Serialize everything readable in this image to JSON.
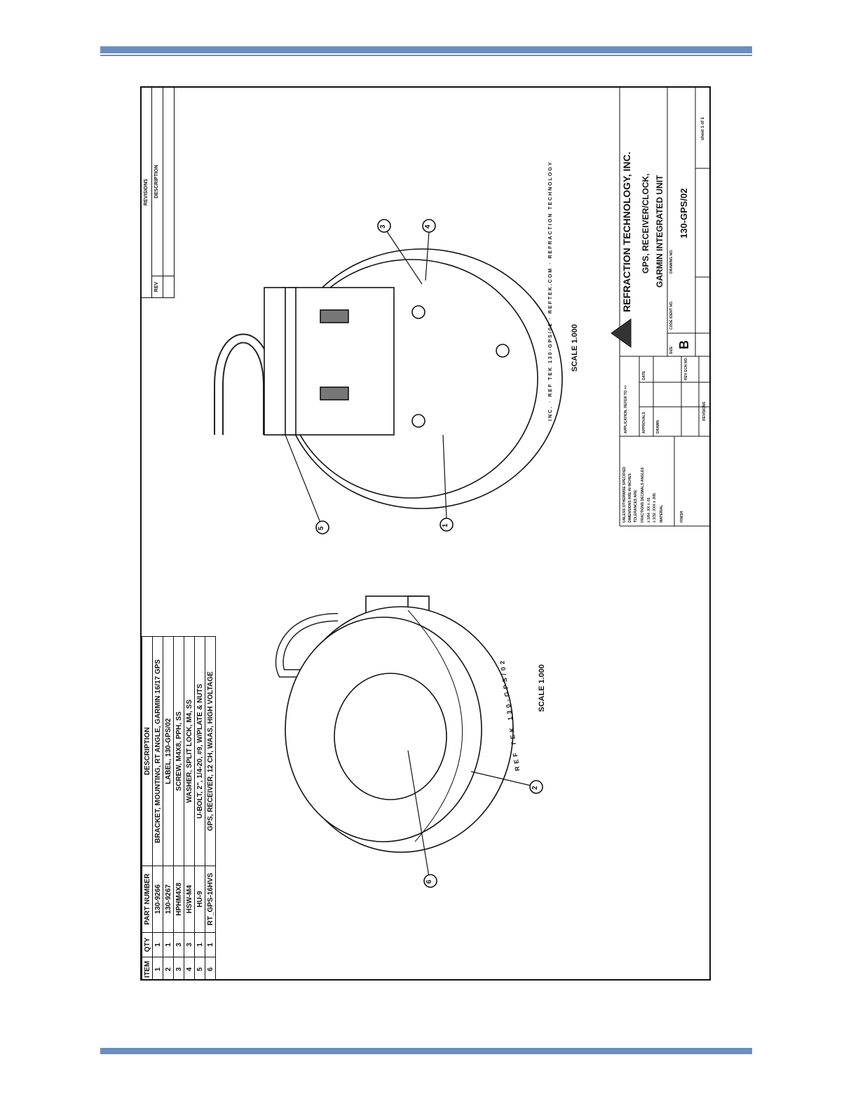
{
  "bom": {
    "headers": [
      "ITEM",
      "QTY",
      "PART NUMBER",
      "DESCRIPTION"
    ],
    "rows": [
      [
        "1",
        "1",
        "130-9266",
        "BRACKET, MOUNTING, RT ANGLE, GARMIN 16/17 GPS"
      ],
      [
        "2",
        "1",
        "130-9267",
        "LABEL, 130-GPS/02"
      ],
      [
        "3",
        "3",
        "HPHM4X8",
        "SCREW, M4X8, PPH, SS"
      ],
      [
        "4",
        "3",
        "HSW-M4",
        "WASHER, SPLIT LOCK, M4, SS"
      ],
      [
        "5",
        "1",
        "HU-9",
        "U-BOLT, 2\", 1/4-20, #9, W/PLATE & NUTS"
      ],
      [
        "6",
        "1",
        "RT_GPS-16HVS",
        "GPS, RECEIVER, 12 CH, WAAS, HIGH VOLTAGE"
      ]
    ]
  },
  "revisions": {
    "title": "REVISIONS",
    "col_rev": "REV",
    "col_desc": "DESCRIPTION"
  },
  "views": {
    "left_scale": "SCALE 1.000",
    "right_scale": "SCALE 1.000",
    "left_balloons": [
      "6",
      "2"
    ],
    "right_balloons": [
      "5",
      "1",
      "3",
      "4"
    ],
    "dome_text": "REF TEK 130-GPS/02",
    "band_text": "INC. · REF TEK 130-GPS/02 · REFTEK.COM · REFRACTION TECHNOLOGY"
  },
  "title_block": {
    "company": "REFRACTION TECHNOLOGY, INC.",
    "title_line1": "GPS, RECEIVER/CLOCK,",
    "title_line2": "GARMIN INTEGRATED UNIT",
    "size_label": "SIZE",
    "size_value": "B",
    "code_label": "CODE IDENT NO.",
    "dwg_label": "DRAWING NO.",
    "dwg_value": "130-GPS/02",
    "sheet": "sheet 1 of 1",
    "tolerance_lines": [
      "UNLESS OTHERWISE SPECIFIED",
      "DIMENSIONS ARE IN INCHES",
      "TOLERANCES ARE:",
      "FRACTIONS   DECIMALS   ANGLES",
      "± 1/64   .XX ± .01",
      "± 1/32   .XXX ± .005",
      "MATERIAL",
      "FINISH"
    ],
    "application": "APPLICATION, REFER TO >>",
    "approvals": "APPROVALS",
    "date": "DATE",
    "drawn": "DRAWN",
    "rev": "REV",
    "ecn": "ECN NO.",
    "revisions_vertical": "REVISIONS"
  },
  "colors": {
    "header_bar": "#6c8ebf",
    "ink": "#111111"
  }
}
